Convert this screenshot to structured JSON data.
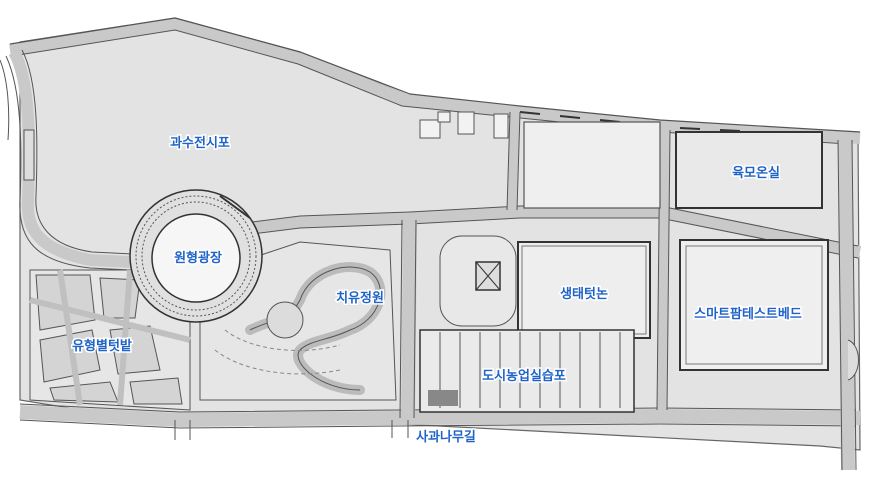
{
  "map": {
    "zones": [
      {
        "id": "orchard",
        "label": "과수전시포"
      },
      {
        "id": "plaza",
        "label": "원형광장"
      },
      {
        "id": "garden",
        "label": "치유정원"
      },
      {
        "id": "rice",
        "label": "생태텃논"
      },
      {
        "id": "livestock",
        "label": "육모온실"
      },
      {
        "id": "smartfarm",
        "label": "스마트팜테스트베드"
      },
      {
        "id": "plots",
        "label": "유형별텃밭"
      },
      {
        "id": "urbanfarm",
        "label": "도시농업실습포"
      },
      {
        "id": "path",
        "label": "사과나무길"
      }
    ],
    "colors": {
      "ground": "#e3e3e3",
      "road": "#c8c8c8",
      "outline": "#555555",
      "label": "#1f63c8"
    }
  }
}
